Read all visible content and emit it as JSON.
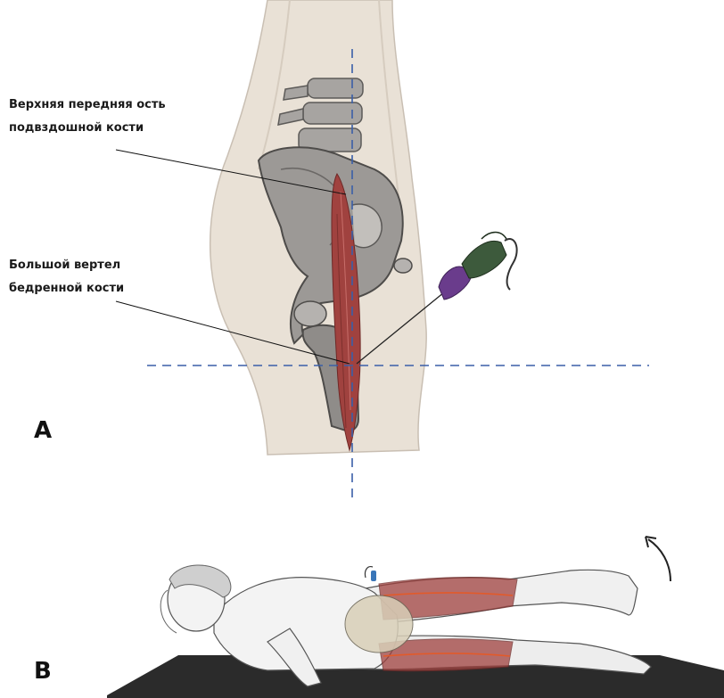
{
  "panel_a": {
    "letter": "A",
    "annotation_asis": {
      "line1": "Верхняя передняя ость",
      "line2": "подвздошной кости"
    },
    "annotation_trochanter": {
      "line1": "Большой вертел",
      "line2": "бедренной кости"
    }
  },
  "panel_b": {
    "letter": "B"
  },
  "colors": {
    "guide_line": "#3a5fa8",
    "muscle": "#9b3b3b",
    "bone": "#8e8b88",
    "skin": "#e7dfd5",
    "mat": "#2b2b2b",
    "handle_green": "#3d5a3c",
    "handle_purple": "#6a3c8c"
  },
  "icons": [
    "massage-tool-icon",
    "rotation-arrow-icon"
  ]
}
